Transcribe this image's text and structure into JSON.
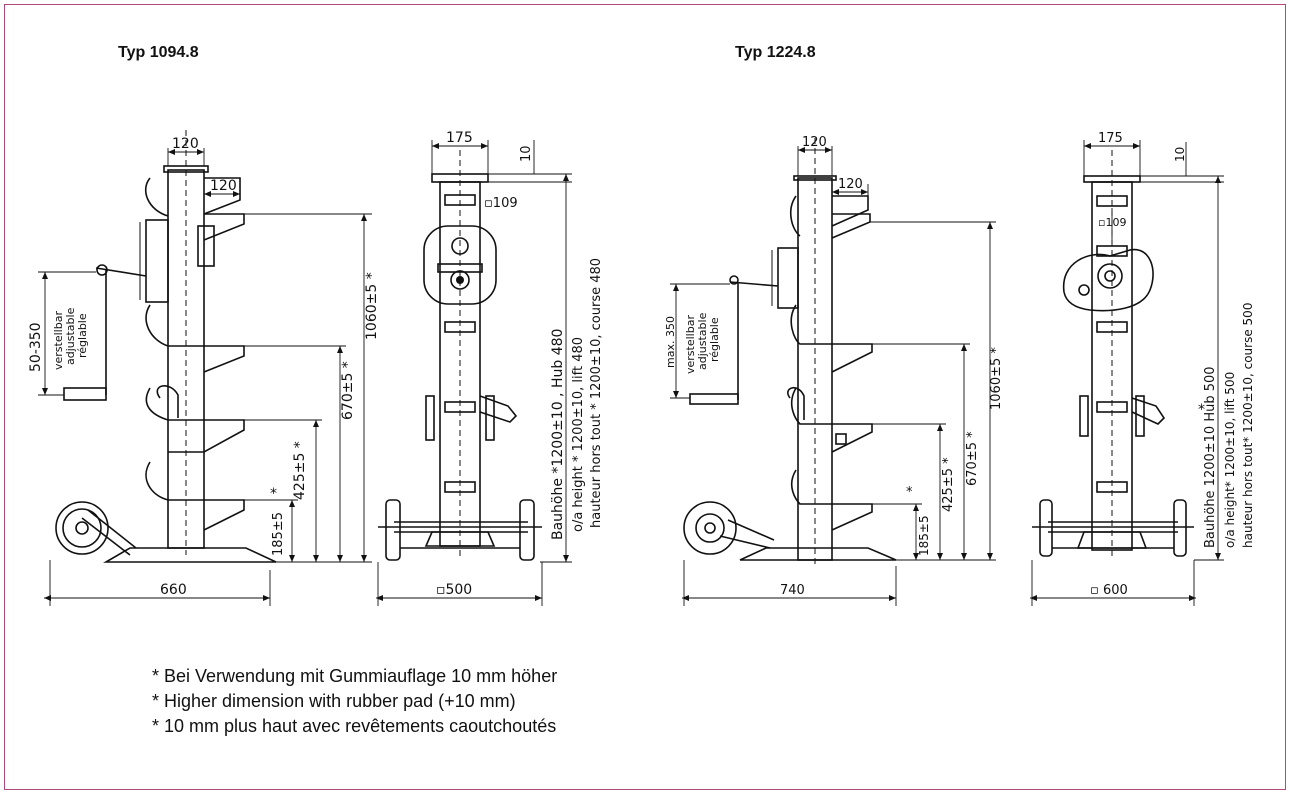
{
  "titles": {
    "left": "Typ 1094.8",
    "right": "Typ 1224.8"
  },
  "left": {
    "dim_top_width": "120",
    "dim_foot_width": "120",
    "dim_top_front": "175",
    "dim_plate": "10",
    "dim_tube": "▫109",
    "dim_base_depth": "660",
    "dim_base_front": "▫500",
    "crank_range": "50-350",
    "crank_label_de": "verstellbar",
    "crank_label_en": "adjustable",
    "crank_label_fr": "réglable",
    "h1060": "1060±5 *",
    "h670": "670±5 *",
    "h425": "425±5 *",
    "h185": "185±5",
    "h185_star": "*",
    "height_de": "Bauhöhe  *1200±10 ,  Hub  480",
    "height_en": "o/a height  * 1200±10, lift  480",
    "height_fr": "hauteur hors tout * 1200±10,  course 480"
  },
  "right": {
    "dim_top_width": "120",
    "dim_foot_width": "120",
    "dim_top_front": "175",
    "dim_plate": "10",
    "dim_tube": "▫109",
    "dim_base_depth": "740",
    "dim_base_front": "▫ 600",
    "crank_range": "max. 350",
    "crank_label_de": "verstellbar",
    "crank_label_en": "adjustable",
    "crank_label_fr": "réglable",
    "h1060": "1060±5  *",
    "h670": "670±5  *",
    "h425": "425±5  *",
    "h185": "185±5",
    "h185_star": "*",
    "height_star": "*",
    "height_de": "Bauhöhe  1200±10   Hub 500",
    "height_en": "o/a height* 1200±10, lift  500",
    "height_fr": "hauteur hors tout* 1200±10,  course 500"
  },
  "notes": [
    "* Bei Verwendung mit Gummiauflage 10 mm höher",
    "* Higher dimension with rubber pad (+10 mm)",
    "* 10 mm plus haut avec revêtements caoutchoutés"
  ]
}
